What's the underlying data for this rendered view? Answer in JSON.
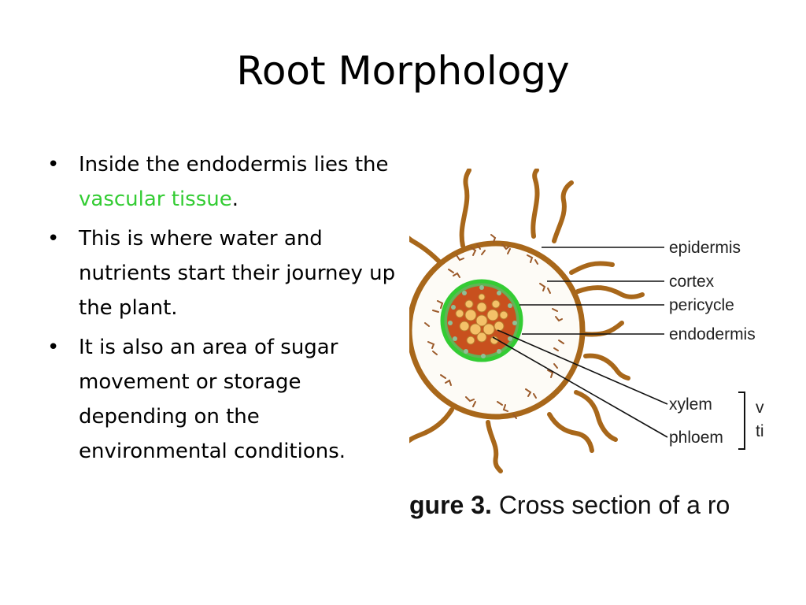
{
  "slide": {
    "title": "Root Morphology",
    "bullets": [
      {
        "before": "Inside the endodermis lies the ",
        "highlight": "vascular tissue",
        "after": "."
      },
      {
        "text": "This is where water and nutrients start their journey up the plant."
      },
      {
        "text": "It is also an area of sugar movement or storage depending on the environmental conditions."
      }
    ],
    "highlight_color": "#33cc33"
  },
  "figure": {
    "labels": {
      "epidermis": "epidermis",
      "cortex": "cortex",
      "pericycle": "pericycle",
      "endodermis": "endodermis",
      "xylem": "xylem",
      "phloem": "phloem",
      "bracket_line1": "v",
      "bracket_line2": "ti"
    },
    "caption": {
      "bold": "gure 3.",
      "rest": " Cross section of a ro"
    },
    "colors": {
      "epidermis": "#a8671a",
      "endodermis": "#33cc33",
      "xylem": "#f4c169",
      "phloem": "#c8501e",
      "cortex_cells": "#9b5a2a"
    }
  }
}
